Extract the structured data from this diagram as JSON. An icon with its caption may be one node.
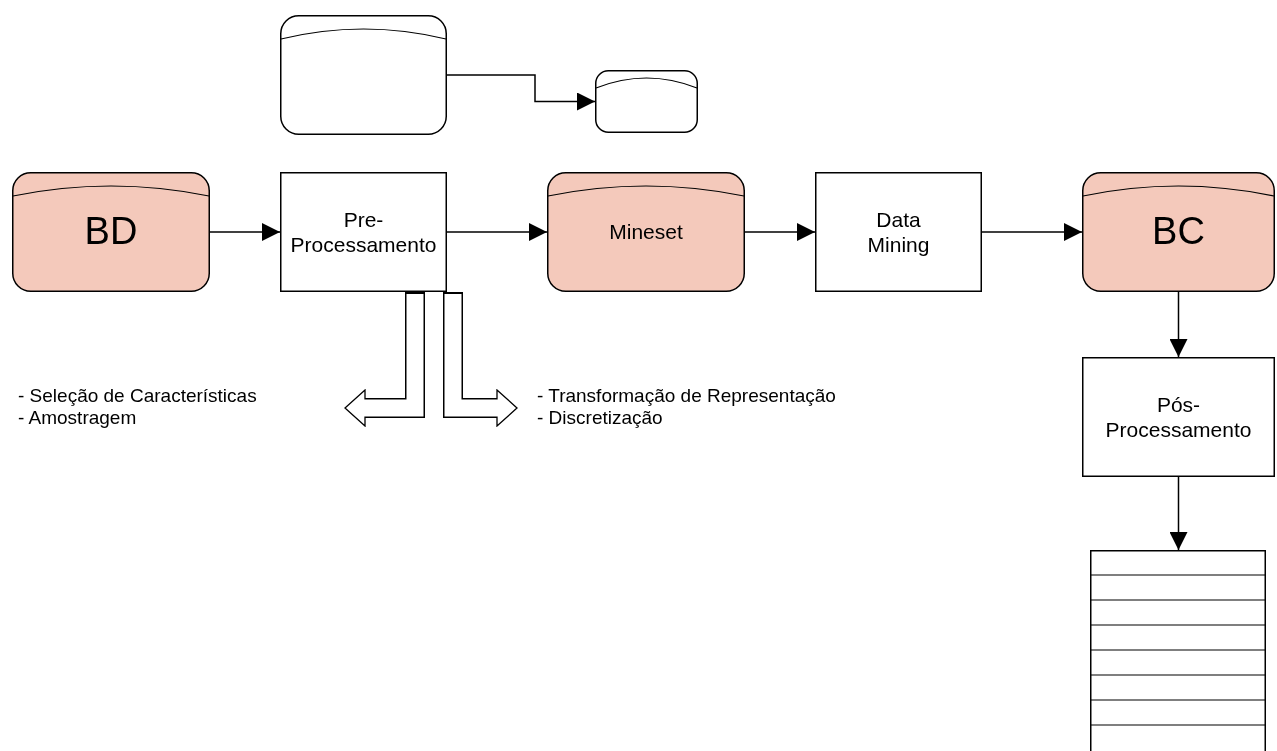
{
  "diagram": {
    "nodes": [
      {
        "text": [],
        "shape": "cylinder"
      },
      {
        "text": [],
        "shape": "cylinder"
      },
      {
        "text": [
          "BD"
        ]
      },
      {
        "text": [
          "Pre- Processamento"
        ]
      },
      {
        "text": [
          "Mineset"
        ]
      },
      {
        "text": [
          "Data Mining"
        ]
      },
      {
        "text": [
          "BC"
        ]
      },
      {
        "text": [
          "Pós- Processamento"
        ]
      },
      {
        "text": [],
        "shape": "box"
      },
      {
        "text": [
          "- Seleção de Características",
          "- Amostragem"
        ]
      },
      {
        "text": [
          "- Transformação de Representação",
          "- Discretização"
        ]
      }
    ],
    "edges": [
      {
        "from": 0,
        "to": 1,
        "arrow": "to"
      },
      {
        "from": 2,
        "to": 3,
        "arrow": "to"
      },
      {
        "from": 3,
        "to": 4,
        "arrow": "to"
      },
      {
        "from": 4,
        "to": 5,
        "arrow": "to"
      },
      {
        "from": 5,
        "to": 6,
        "arrow": "to"
      },
      {
        "from": 6,
        "to": 7,
        "arrow": "to"
      },
      {
        "from": 7,
        "to": 8,
        "arrow": "to"
      },
      {
        "from": 3,
        "to": 9,
        "arrow": "to",
        "style": "thick"
      },
      {
        "from": 3,
        "to": 10,
        "arrow": "to",
        "style": "thick"
      }
    ]
  }
}
